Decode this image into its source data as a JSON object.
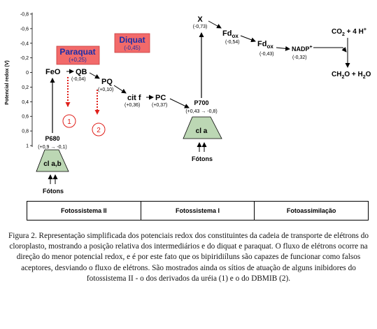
{
  "axis": {
    "label": "Potencial redox (V)",
    "ticks": [
      "-0,8",
      "-0,6",
      "-0,4",
      "-0,2",
      "0",
      "0,2",
      "0,4",
      "0,6",
      "0,8",
      "1"
    ],
    "tick_values": [
      -0.8,
      -0.6,
      -0.4,
      -0.2,
      0,
      0.2,
      0.4,
      0.6,
      0.8,
      1.0
    ]
  },
  "species": {
    "feo": "FeO",
    "qb": "QB",
    "qb_val": "(-0,04)",
    "pq": "PQ",
    "pq_val": "(+0,10)",
    "citf": "cit f",
    "citf_val": "(+0,36)",
    "pc": "PC",
    "pc_val": "(+0,37)",
    "p680": "P680",
    "p680_val": "(+0,9 → -0,1)",
    "p700": "P700",
    "p700_val": "(+0,43 → -0,8)",
    "x": "X",
    "x_val": "(-0,73)",
    "fdox1": "Fd",
    "fdox1_sub": "ox",
    "fdox1_val": "(-0,54)",
    "fdox2": "Fd",
    "fdox2_sub": "ox",
    "fdox2_val": "(-0,43)",
    "nadp": "NADP",
    "nadp_sup": "+",
    "nadp_val": "(-0,32)",
    "co2_a": "CO",
    "co2_b": "2",
    "co2_c": " + 4 H",
    "co2_d": "+",
    "ch2o_a": "CH",
    "ch2o_b": "2",
    "ch2o_c": "O + H",
    "ch2o_d": "2",
    "ch2o_e": "O"
  },
  "herbicides": {
    "paraquat": "Paraquat",
    "paraquat_val": "(+0,25)",
    "diquat": "Diquat",
    "diquat_val": "(-0,45)"
  },
  "inhibitors": [
    "1",
    "2"
  ],
  "pigments": {
    "ps2": "cl a,b",
    "ps1": "cl a"
  },
  "photons": {
    "ps2": "Fótons",
    "ps1": "Fótons"
  },
  "table": [
    "Fotossistema II",
    "Fotossistema I",
    "Fotoassimilação"
  ],
  "caption": "Figura 2. Representação simplificada dos potenciais redox dos constituintes da cadeia de transporte de elétrons do cloroplasto, mostrando a posição relativa dos intermediários e do diquat e paraquat. O fluxo de elétrons ocorre na direção do menor potencial redox, e é por este fato que os bipiridiíluns são capazes de funcionar como falsos aceptores, desviando o fluxo de elétrons. São mostrados ainda os sítios de atuação de alguns inibidores do fotossistema II - o dos derivados da uréia (1) e o do DBMIB (2).",
  "colors": {
    "herbicide_box": "#f26a6a",
    "herbicide_text": "#1a2ea8",
    "inhibitor": "#e0201b",
    "pigment_fill": "#bcd7b4"
  }
}
